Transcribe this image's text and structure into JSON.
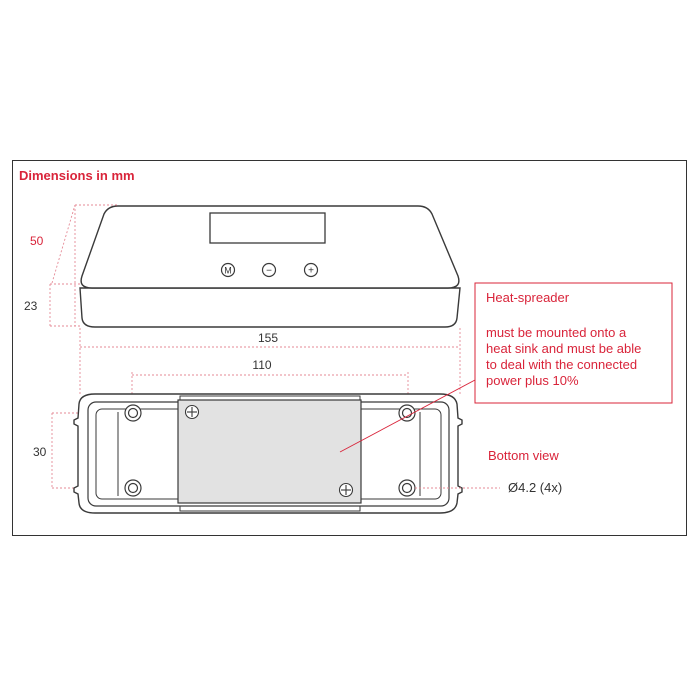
{
  "title": "Dimensions in mm",
  "dimensions": {
    "height_total": "50",
    "height_body": "23",
    "length": "155",
    "hole_spacing": "110",
    "hole_height": "30",
    "hole_diameter": "Ø4.2 (4x)"
  },
  "buttons": [
    "M",
    "−",
    "+"
  ],
  "callout": {
    "title": "Heat-spreader",
    "lines": [
      "must be mounted onto a",
      "heat sink and must be able",
      "to deal with  the connected",
      "power plus 10%"
    ]
  },
  "bottom_view_label": "Bottom view",
  "colors": {
    "accent": "#d9243a",
    "dimension_line": "#e58a96",
    "outline": "#3a3a3a",
    "plate": "#e2e2e2"
  },
  "icons": [
    "screw-icon",
    "mounting-hole-icon"
  ]
}
